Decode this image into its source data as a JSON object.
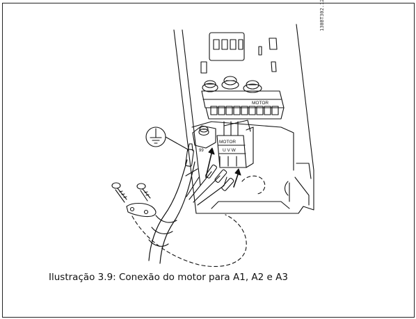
{
  "figure": {
    "caption": "Ilustração 3.9: Conexão do motor para A1, A2 e A3",
    "drawing_code": "130BT302.12",
    "terminal_block_label": "MOTOR",
    "plug_label": "MOTOR",
    "plug_terminals": "U V W",
    "earth_terminal_number": "99",
    "earth_symbol_icon": "protective-earth-icon"
  }
}
